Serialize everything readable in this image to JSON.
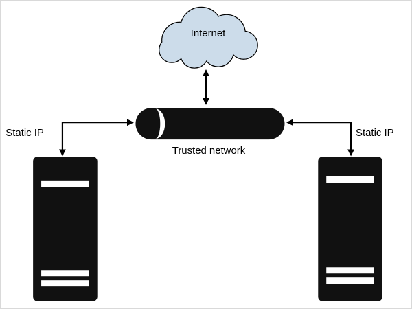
{
  "diagram": {
    "nodes": {
      "internet": {
        "label": "Internet"
      },
      "trusted_network": {
        "label": "Trusted network"
      },
      "left_server": {
        "static_ip_label": "Static IP"
      },
      "right_server": {
        "static_ip_label": "Static IP"
      }
    },
    "colors": {
      "cloud_fill": "#ccdcea",
      "shape": "#111111",
      "outline": "#000000",
      "background": "#ffffff"
    }
  }
}
